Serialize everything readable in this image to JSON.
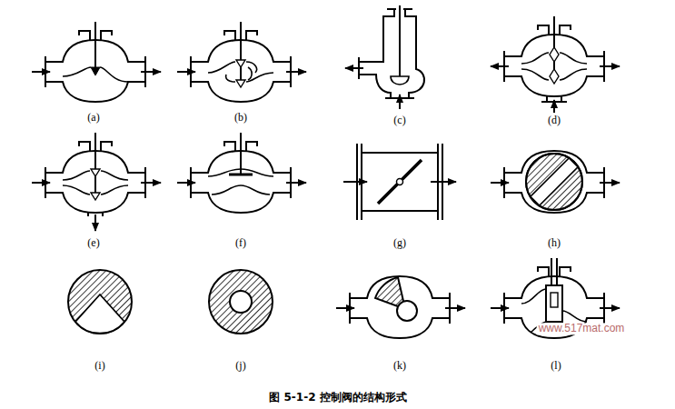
{
  "diagram": {
    "caption": "图 5-1-2   控制阀的结构形式",
    "labels": [
      "(a)",
      "(b)",
      "(c)",
      "(d)",
      "(e)",
      "(f)",
      "(g)",
      "(h)",
      "(i)",
      "(j)",
      "(k)",
      "(l)",
      "www.517mat.com"
    ]
  }
}
